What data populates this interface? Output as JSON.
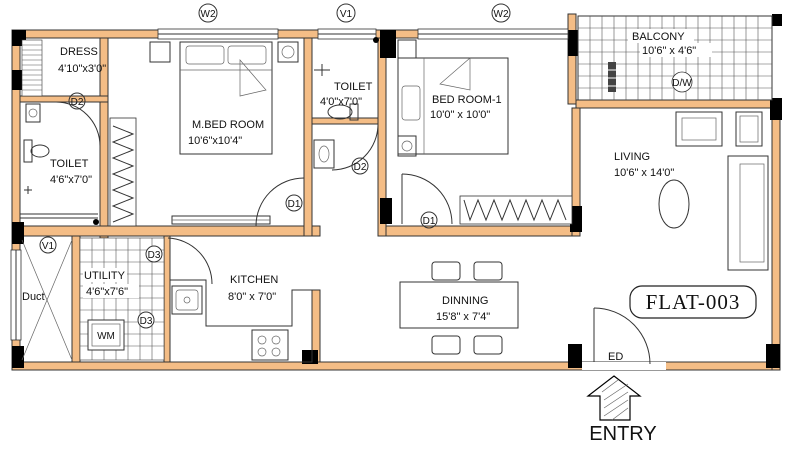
{
  "plan": {
    "flat_tag": "FLAT-003",
    "entry_label": "ENTRY"
  },
  "rooms": {
    "dress": {
      "name": "DRESS",
      "size": "4'10\"x3'0\""
    },
    "mbed": {
      "name": "M.BED ROOM",
      "size": "10'6\"x10'4\""
    },
    "toilet1": {
      "name": "TOILET",
      "size": "4'0\"x7'0\""
    },
    "bed1": {
      "name": "BED ROOM-1",
      "size": "10'0\" x 10'0\""
    },
    "balcony": {
      "name": "BALCONY",
      "size": "10'6\" x 4'6\""
    },
    "toilet2": {
      "name": "TOILET",
      "size": "4'6\"x7'0\""
    },
    "living": {
      "name": "LIVING",
      "size": "10'6\" x 14'0\""
    },
    "kitchen": {
      "name": "KITCHEN",
      "size": "8'0\" x 7'0\""
    },
    "utility": {
      "name": "UTILITY",
      "size": "4'6\"x7'6\""
    },
    "dinning": {
      "name": "DINNING",
      "size": "15'8\" x 7'4\""
    }
  },
  "labels": {
    "duct": "Duct",
    "wm": "WM",
    "ed": "ED",
    "dw": "D/W"
  },
  "windows": {
    "w2_left": "W2",
    "v1_top": "V1",
    "w2_right": "W2",
    "v1_left": "V1"
  },
  "doors": {
    "d2_toilet_left": "D2",
    "d2_toilet_top": "D2",
    "d1_master": "D1",
    "d1_bed": "D1",
    "d3_utility": "D3",
    "d3_kitchen": "D3"
  },
  "colors": {
    "wall": "#f4bd86",
    "line": "#333333"
  }
}
